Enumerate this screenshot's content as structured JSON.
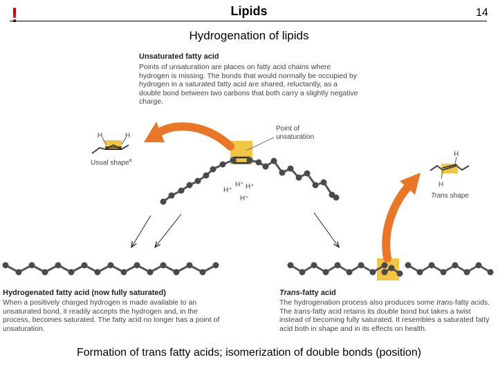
{
  "slide": {
    "alert_mark": "!",
    "title": "Lipids",
    "page_number": "14",
    "subtitle": "Hydrogenation of lipids",
    "caption": "Formation of trans fatty acids; isomerization of double bonds (position)"
  },
  "figure": {
    "unsaturated": {
      "heading": "Unsaturated fatty acid",
      "text": "Points of unsaturation are places on fatty acid chains where hydrogen is missing. The bonds that would normally be occupied by hydrogen in a saturated fatty acid are shared, reluctantly, as a double bond between two carbons that both carry a slightly negative charge."
    },
    "point_label": "Point of unsaturation",
    "usual_label": "Usual shape",
    "usual_superscript": "a",
    "trans_shape_label_italic": "Trans",
    "trans_shape_label_rest": " shape",
    "h_atom": "H",
    "h_ions": [
      "H⁺",
      "H⁺",
      "H⁺",
      "H⁺"
    ],
    "hydrogenated": {
      "heading": "Hydrogenated fatty acid (now fully saturated)",
      "text": "When a positively charged hydrogen is made available to an unsaturated bond, it readily accepts the hydrogen and, in the process, becomes saturated. The fatty acid no longer has a point of unsaturation."
    },
    "trans_fatty": {
      "heading_italic": "Trans",
      "heading_rest": "-fatty acid",
      "text_1": "The hydrogenation process also produces some ",
      "text_1_italic": "trans",
      "text_2": "-fatty acids. The ",
      "text_2_italic": "trans",
      "text_3": "-fatty acid retains its double bond but takes a twist instead of becoming fully saturated. It resembles a saturated fatty acid both in shape and in its effects on health."
    },
    "colors": {
      "atom": "#4a4a4a",
      "highlight": "#f3c544",
      "arrow_orange": "#e8772a",
      "alert": "#c00000"
    }
  }
}
